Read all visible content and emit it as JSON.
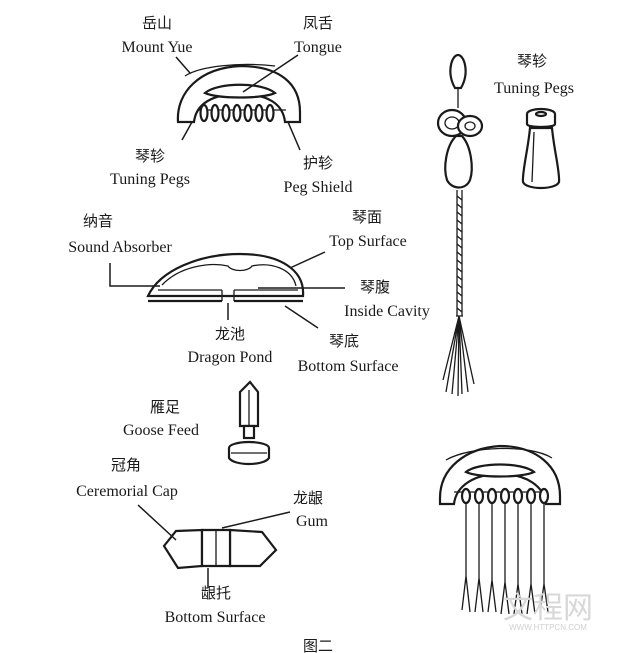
{
  "labels": {
    "mount_yue": {
      "zh": "岳山",
      "en": "Mount Yue"
    },
    "tongue": {
      "zh": "凤舌",
      "en": "Tongue"
    },
    "tuning_pegs_left": {
      "zh": "琴轸",
      "en": "Tuning Pegs"
    },
    "peg_shield": {
      "zh": "护轸",
      "en": "Peg Shield"
    },
    "sound_absorber": {
      "zh": "纳音",
      "en": "Sound Absorber"
    },
    "top_surface": {
      "zh": "琴面",
      "en": "Top Surface"
    },
    "inside_cavity": {
      "zh": "琴腹",
      "en": "Inside Cavity"
    },
    "dragon_pond": {
      "zh": "龙池",
      "en": "Dragon Pond"
    },
    "bottom_surface_body": {
      "zh": "琴底",
      "en": "Bottom Surface"
    },
    "goose_feed": {
      "zh": "雁足",
      "en": "Goose Feed"
    },
    "ceremonial_cap": {
      "zh": "冠角",
      "en": "Ceremorial Cap"
    },
    "gum": {
      "zh": "龙龈",
      "en": "Gum"
    },
    "bottom_surface_cap": {
      "zh": "龈托",
      "en": "Bottom Surface"
    },
    "tuning_pegs_right": {
      "zh": "琴轸",
      "en": "Tuning Pegs"
    }
  },
  "caption": "图二",
  "watermark": {
    "text": "文程网",
    "url": "WWW.HTTPCN.COM"
  }
}
